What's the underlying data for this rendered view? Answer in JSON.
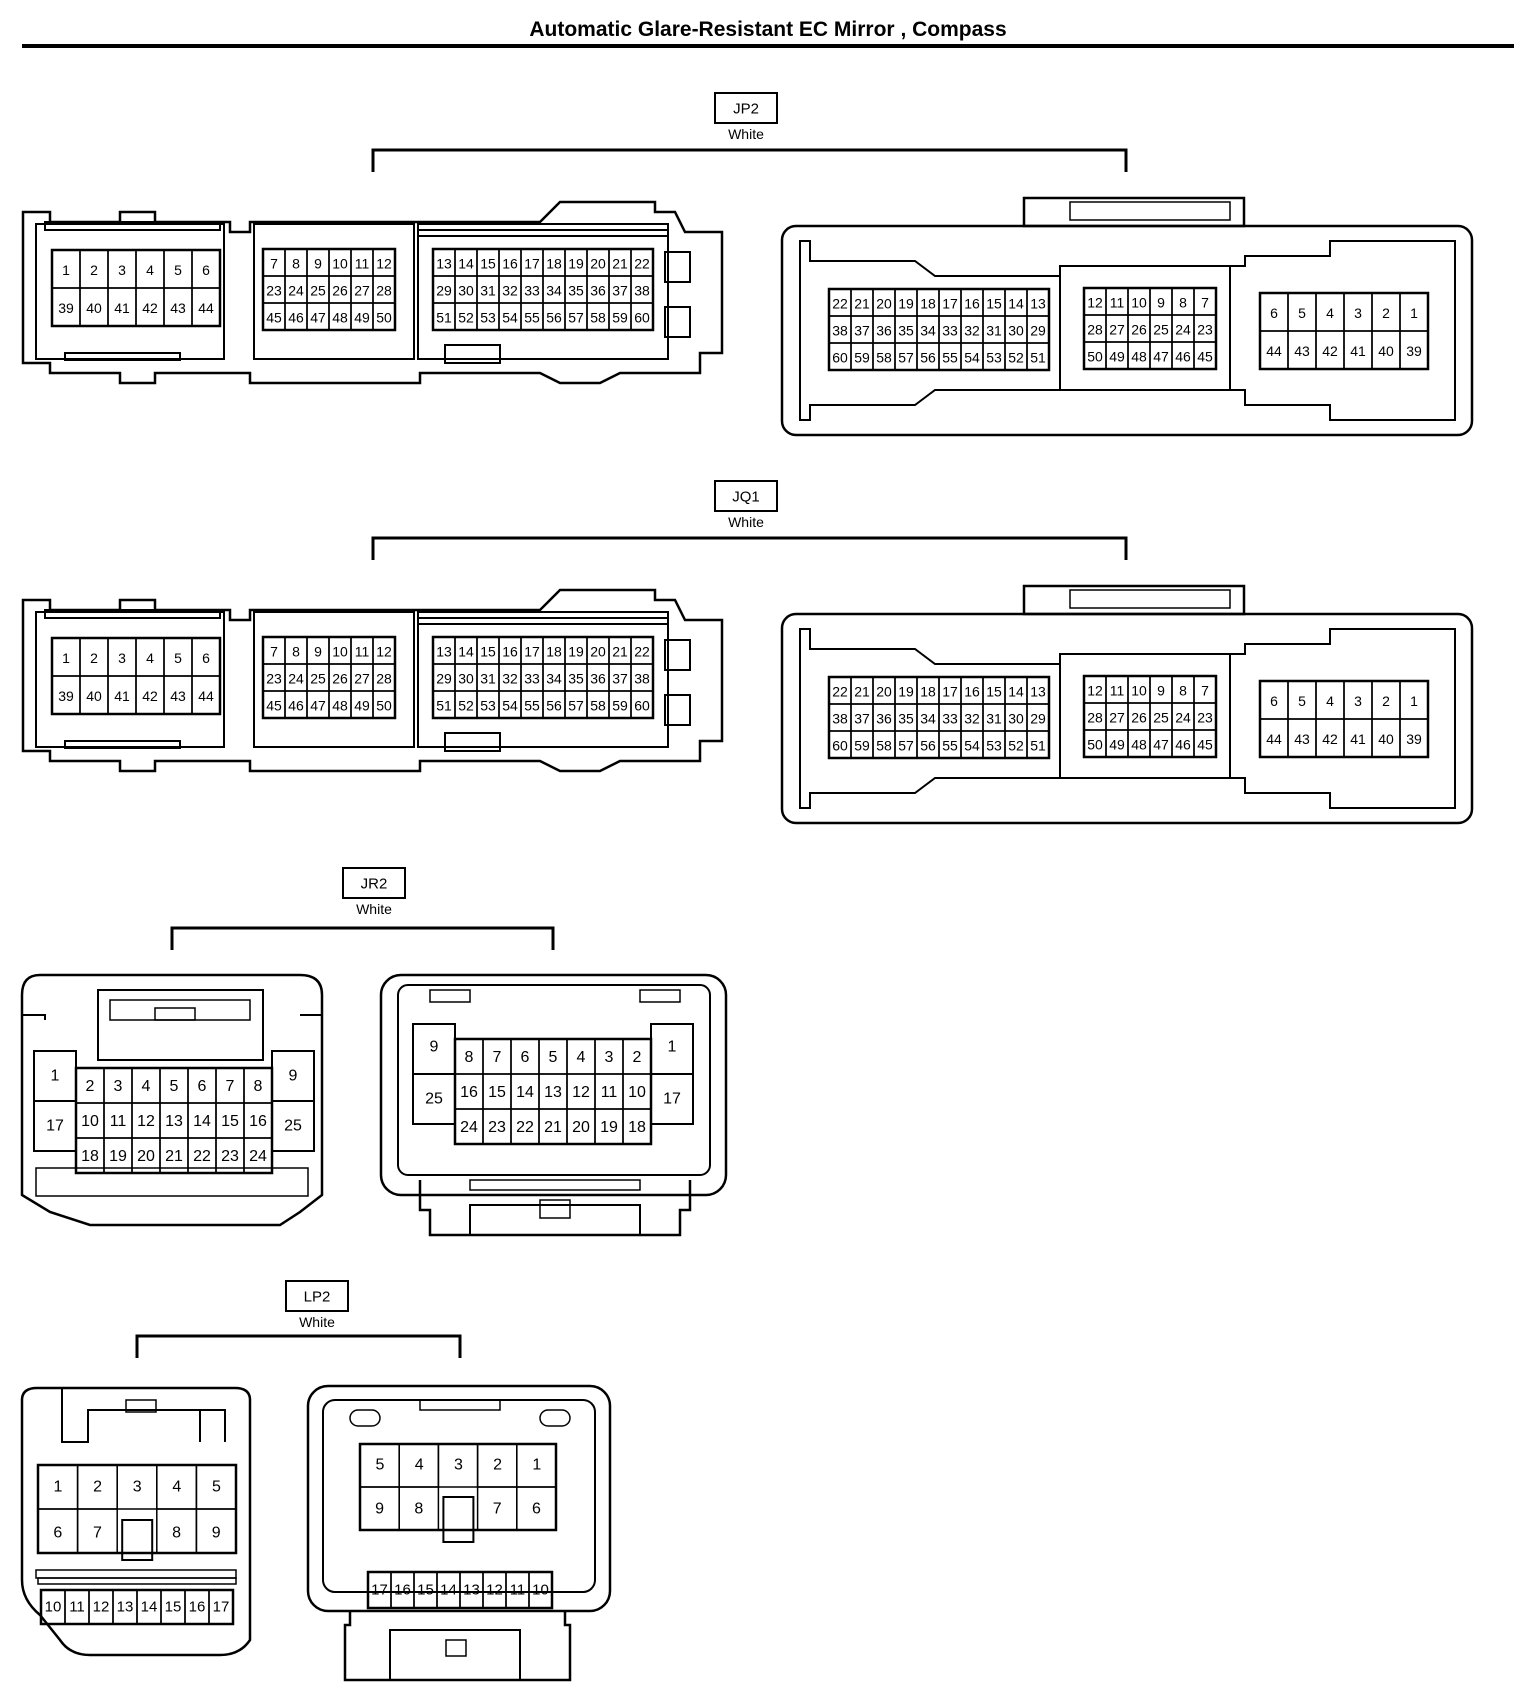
{
  "title": "Automatic Glare-Resistant EC Mirror , Compass",
  "colors": {
    "line": "#000000",
    "background": "#ffffff"
  },
  "connectors": [
    {
      "id": "JP2",
      "code": "JP2",
      "color_label": "White",
      "left_view": {
        "block_a": [
          [
            "1",
            "2",
            "3",
            "4",
            "5",
            "6"
          ],
          [
            "39",
            "40",
            "41",
            "42",
            "43",
            "44"
          ]
        ],
        "block_b": [
          [
            "7",
            "8",
            "9",
            "10",
            "11",
            "12"
          ],
          [
            "23",
            "24",
            "25",
            "26",
            "27",
            "28"
          ],
          [
            "45",
            "46",
            "47",
            "48",
            "49",
            "50"
          ]
        ],
        "block_c": [
          [
            "13",
            "14",
            "15",
            "16",
            "17",
            "18",
            "19",
            "20",
            "21",
            "22"
          ],
          [
            "29",
            "30",
            "31",
            "32",
            "33",
            "34",
            "35",
            "36",
            "37",
            "38"
          ],
          [
            "51",
            "52",
            "53",
            "54",
            "55",
            "56",
            "57",
            "58",
            "59",
            "60"
          ]
        ]
      },
      "right_view": {
        "block_c": [
          [
            "22",
            "21",
            "20",
            "19",
            "18",
            "17",
            "16",
            "15",
            "14",
            "13"
          ],
          [
            "38",
            "37",
            "36",
            "35",
            "34",
            "33",
            "32",
            "31",
            "30",
            "29"
          ],
          [
            "60",
            "59",
            "58",
            "57",
            "56",
            "55",
            "54",
            "53",
            "52",
            "51"
          ]
        ],
        "block_b": [
          [
            "12",
            "11",
            "10",
            "9",
            "8",
            "7"
          ],
          [
            "28",
            "27",
            "26",
            "25",
            "24",
            "23"
          ],
          [
            "50",
            "49",
            "48",
            "47",
            "46",
            "45"
          ]
        ],
        "block_a": [
          [
            "6",
            "5",
            "4",
            "3",
            "2",
            "1"
          ],
          [
            "44",
            "43",
            "42",
            "41",
            "40",
            "39"
          ]
        ]
      }
    },
    {
      "id": "JQ1",
      "code": "JQ1",
      "color_label": "White",
      "left_view": {
        "block_a": [
          [
            "1",
            "2",
            "3",
            "4",
            "5",
            "6"
          ],
          [
            "39",
            "40",
            "41",
            "42",
            "43",
            "44"
          ]
        ],
        "block_b": [
          [
            "7",
            "8",
            "9",
            "10",
            "11",
            "12"
          ],
          [
            "23",
            "24",
            "25",
            "26",
            "27",
            "28"
          ],
          [
            "45",
            "46",
            "47",
            "48",
            "49",
            "50"
          ]
        ],
        "block_c": [
          [
            "13",
            "14",
            "15",
            "16",
            "17",
            "18",
            "19",
            "20",
            "21",
            "22"
          ],
          [
            "29",
            "30",
            "31",
            "32",
            "33",
            "34",
            "35",
            "36",
            "37",
            "38"
          ],
          [
            "51",
            "52",
            "53",
            "54",
            "55",
            "56",
            "57",
            "58",
            "59",
            "60"
          ]
        ]
      },
      "right_view": {
        "block_c": [
          [
            "22",
            "21",
            "20",
            "19",
            "18",
            "17",
            "16",
            "15",
            "14",
            "13"
          ],
          [
            "38",
            "37",
            "36",
            "35",
            "34",
            "33",
            "32",
            "31",
            "30",
            "29"
          ],
          [
            "60",
            "59",
            "58",
            "57",
            "56",
            "55",
            "54",
            "53",
            "52",
            "51"
          ]
        ],
        "block_b": [
          [
            "12",
            "11",
            "10",
            "9",
            "8",
            "7"
          ],
          [
            "28",
            "27",
            "26",
            "25",
            "24",
            "23"
          ],
          [
            "50",
            "49",
            "48",
            "47",
            "46",
            "45"
          ]
        ],
        "block_a": [
          [
            "6",
            "5",
            "4",
            "3",
            "2",
            "1"
          ],
          [
            "44",
            "43",
            "42",
            "41",
            "40",
            "39"
          ]
        ]
      }
    },
    {
      "id": "JR2",
      "code": "JR2",
      "color_label": "White",
      "left_view": {
        "side_left": [
          "1",
          "17"
        ],
        "grid": [
          [
            "2",
            "3",
            "4",
            "5",
            "6",
            "7",
            "8"
          ],
          [
            "10",
            "11",
            "12",
            "13",
            "14",
            "15",
            "16"
          ],
          [
            "18",
            "19",
            "20",
            "21",
            "22",
            "23",
            "24"
          ]
        ],
        "side_right": [
          "9",
          "25"
        ]
      },
      "right_view": {
        "side_left": [
          "9",
          "25"
        ],
        "grid": [
          [
            "8",
            "7",
            "6",
            "5",
            "4",
            "3",
            "2"
          ],
          [
            "16",
            "15",
            "14",
            "13",
            "12",
            "11",
            "10"
          ],
          [
            "24",
            "23",
            "22",
            "21",
            "20",
            "19",
            "18"
          ]
        ],
        "side_right": [
          "1",
          "17"
        ]
      }
    },
    {
      "id": "LP2",
      "code": "LP2",
      "color_label": "White",
      "left_view": {
        "row1": [
          "1",
          "2",
          "3",
          "4",
          "5"
        ],
        "row2": [
          "6",
          "7",
          "",
          "8",
          "9"
        ],
        "row3": [
          "10",
          "11",
          "12",
          "13",
          "14",
          "15",
          "16",
          "17"
        ]
      },
      "right_view": {
        "row1": [
          "5",
          "4",
          "3",
          "2",
          "1"
        ],
        "row2": [
          "9",
          "8",
          "",
          "7",
          "6"
        ],
        "row3": [
          "17",
          "16",
          "15",
          "14",
          "13",
          "12",
          "11",
          "10"
        ]
      }
    }
  ]
}
